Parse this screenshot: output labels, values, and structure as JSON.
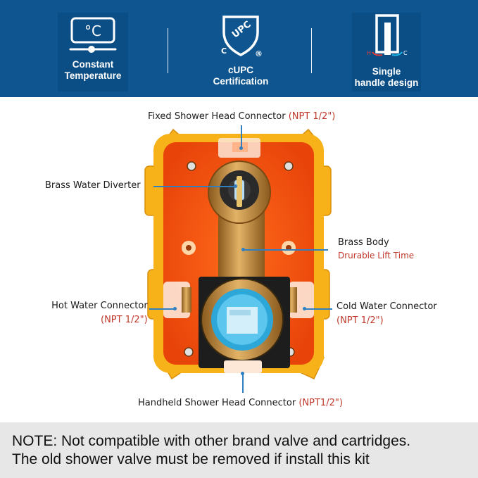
{
  "features": [
    {
      "icon": "thermometer-celsius-icon",
      "symbol": "°C",
      "label_line1": "Constant",
      "label_line2": "Temperature"
    },
    {
      "icon": "cupc-certification-icon",
      "badge_text": "UPC",
      "badge_left": "C",
      "badge_right": "®",
      "label_line1": "cUPC",
      "label_line2": "Certification"
    },
    {
      "icon": "single-handle-icon",
      "left_mark": "H",
      "right_mark": "C",
      "label_line1": "Single",
      "label_line2": "handle design"
    }
  ],
  "callouts": {
    "fixed_head": {
      "label": "Fixed Shower Head Connector",
      "spec": "(NPT 1/2\")"
    },
    "diverter": {
      "label": "Brass Water Diverter"
    },
    "brass_body": {
      "label": "Brass Body",
      "sub": "Drurable Lift Time"
    },
    "hot": {
      "label": "Hot Water Connector",
      "spec": "(NPT 1/2\")"
    },
    "cold": {
      "label": "Cold Water  Connector",
      "spec": "(NPT 1/2\")"
    },
    "handheld": {
      "label": "Handheld Shower Head Connector",
      "spec": "(NPT1/2\")"
    }
  },
  "note": {
    "line1": "NOTE: Not compatible with other brand valve and cartridges.",
    "line2": "The old shower valve must be removed if install this kit"
  },
  "colors": {
    "banner": "#0f5690",
    "accent_line": "#2f7fc1",
    "spec_red": "#c0392b",
    "housing_orange": "#f25a12",
    "housing_yellow": "#f7b21a",
    "brass": "#c98a3c"
  }
}
